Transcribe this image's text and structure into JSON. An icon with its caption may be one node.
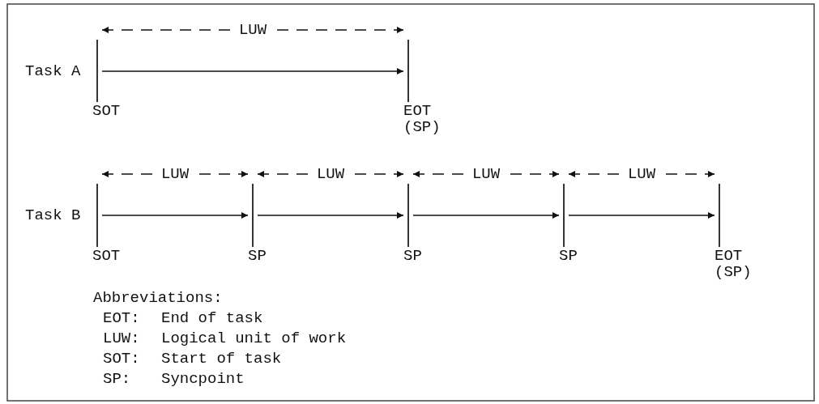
{
  "diagram": {
    "nodes": [
      {
        "text": [
          "SOT"
        ]
      },
      {
        "text": [
          "EOT (SP)"
        ]
      },
      {
        "text": [
          "SOT"
        ]
      },
      {
        "text": [
          "SP"
        ]
      },
      {
        "text": [
          "SP"
        ]
      },
      {
        "text": [
          "SP"
        ]
      },
      {
        "text": [
          "EOT (SP)"
        ]
      }
    ],
    "edges": [
      {
        "from": 0,
        "to": 1,
        "arrow": "both",
        "style": "dashed",
        "label": "LUW"
      },
      {
        "from": 0,
        "to": 1,
        "arrow": "to"
      },
      {
        "from": 2,
        "to": 3,
        "arrow": "both",
        "style": "dashed",
        "label": "LUW"
      },
      {
        "from": 3,
        "to": 4,
        "arrow": "both",
        "style": "dashed",
        "label": "LUW"
      },
      {
        "from": 4,
        "to": 5,
        "arrow": "both",
        "style": "dashed",
        "label": "LUW"
      },
      {
        "from": 5,
        "to": 6,
        "arrow": "both",
        "style": "dashed",
        "label": "LUW"
      },
      {
        "from": 2,
        "to": 3,
        "arrow": "to"
      },
      {
        "from": 3,
        "to": 4,
        "arrow": "to"
      },
      {
        "from": 4,
        "to": 5,
        "arrow": "to"
      },
      {
        "from": 5,
        "to": 6,
        "arrow": "to"
      }
    ],
    "labels": [
      "Task A",
      "Task B",
      "Abbreviations:",
      "EOT:",
      "End of task",
      "LUW:",
      "Logical unit of work",
      "SOT:",
      "Start of task",
      "SP:",
      "Syncpoint"
    ]
  }
}
